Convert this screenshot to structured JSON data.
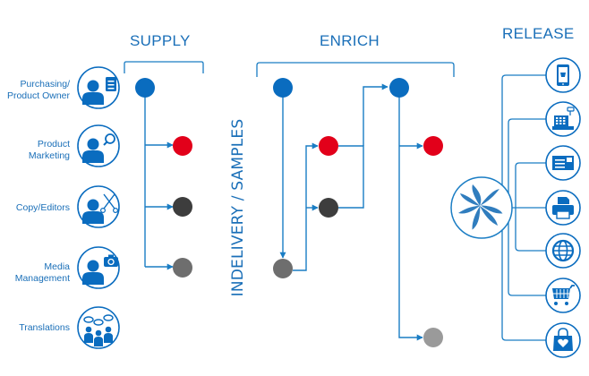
{
  "colors": {
    "blue": "#0a6cbf",
    "line": "#1a7dc4",
    "red": "#e2001a",
    "dark_gray": "#3d3d3d",
    "mid_gray": "#6e6e6e",
    "light_gray": "#9a9a9a"
  },
  "sections": {
    "supply": "SUPPLY",
    "enrich": "ENRICH",
    "release": "RELEASE"
  },
  "vertical_label": "INDELIVERY / SAMPLES",
  "roles": [
    {
      "label": "Purchasing/\nProduct Owner",
      "icon": "person-document-icon"
    },
    {
      "label": "Product\nMarketing",
      "icon": "person-magnifier-icon"
    },
    {
      "label": "Copy/Editors",
      "icon": "person-scissors-icon"
    },
    {
      "label": "Media\nManagement",
      "icon": "person-camera-icon"
    },
    {
      "label": "Translations",
      "icon": "group-speech-icon"
    }
  ],
  "release_channels": [
    {
      "name": "mobile-shop",
      "icon": "smartphone-cart-icon"
    },
    {
      "name": "point-of-sale",
      "icon": "cash-register-icon"
    },
    {
      "name": "mailing",
      "icon": "envelope-icon"
    },
    {
      "name": "print",
      "icon": "printer-icon"
    },
    {
      "name": "web",
      "icon": "globe-icon"
    },
    {
      "name": "online-shop",
      "icon": "shopping-cart-icon"
    },
    {
      "name": "retail",
      "icon": "shopping-bag-heart-icon"
    }
  ],
  "hub": {
    "icon": "pinwheel-logo-icon"
  }
}
